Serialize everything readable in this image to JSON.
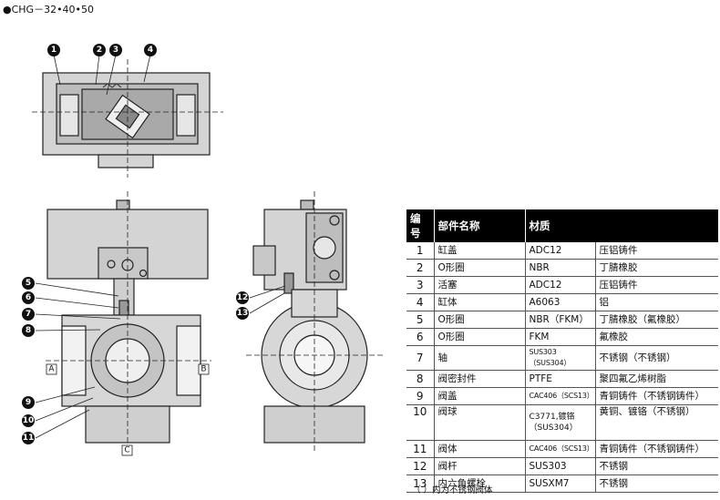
{
  "title": "●CHG－32•40•50",
  "ports": {
    "a": "A",
    "b": "B",
    "c": "C"
  },
  "callouts": [
    "1",
    "2",
    "3",
    "4",
    "5",
    "6",
    "7",
    "8",
    "9",
    "10",
    "11",
    "12",
    "13"
  ],
  "table": {
    "headers": [
      "编号",
      "部件名称",
      "材质"
    ],
    "rows": [
      {
        "no": "1",
        "name": "缸盖",
        "material": "ADC12",
        "material_cn": "压铝铸件"
      },
      {
        "no": "2",
        "name": "O形圈",
        "material": "NBR",
        "material_cn": "丁腈橡胶"
      },
      {
        "no": "3",
        "name": "活塞",
        "material": "ADC12",
        "material_cn": "压铝铸件"
      },
      {
        "no": "4",
        "name": "缸体",
        "material": "A6063",
        "material_cn": "铝"
      },
      {
        "no": "5",
        "name": "O形圈",
        "material": "NBR（FKM）",
        "material_cn": "丁腈橡胶（氟橡胶）"
      },
      {
        "no": "6",
        "name": "O形圈",
        "material": "FKM",
        "material_cn": "氟橡胶"
      },
      {
        "no": "7",
        "name": "轴",
        "material": "SUS303（SUS304）",
        "material_cn": "不锈钢（不锈钢）"
      },
      {
        "no": "8",
        "name": "阀密封件",
        "material": "PTFE",
        "material_cn": "聚四氟乙烯树脂"
      },
      {
        "no": "9",
        "name": "阀盖",
        "material": "CAC406（SCS13）",
        "material_cn": "青铜铸件（不锈钢铸件）"
      },
      {
        "no": "10",
        "name": "阀球",
        "material": "C3771,镀铬\n（SUS304）",
        "material_cn": "黄铜、镀铬（不锈钢）"
      },
      {
        "no": "11",
        "name": "阀体",
        "material": "CAC406（SCS13）",
        "material_cn": "青铜铸件（不锈钢铸件）"
      },
      {
        "no": "12",
        "name": "阀杆",
        "material": "SUS303",
        "material_cn": "不锈钢"
      },
      {
        "no": "13",
        "name": "内六角螺栓",
        "material": "SUSXM7",
        "material_cn": "不锈钢"
      }
    ]
  },
  "note": "（ ）内为不锈钢阀体"
}
